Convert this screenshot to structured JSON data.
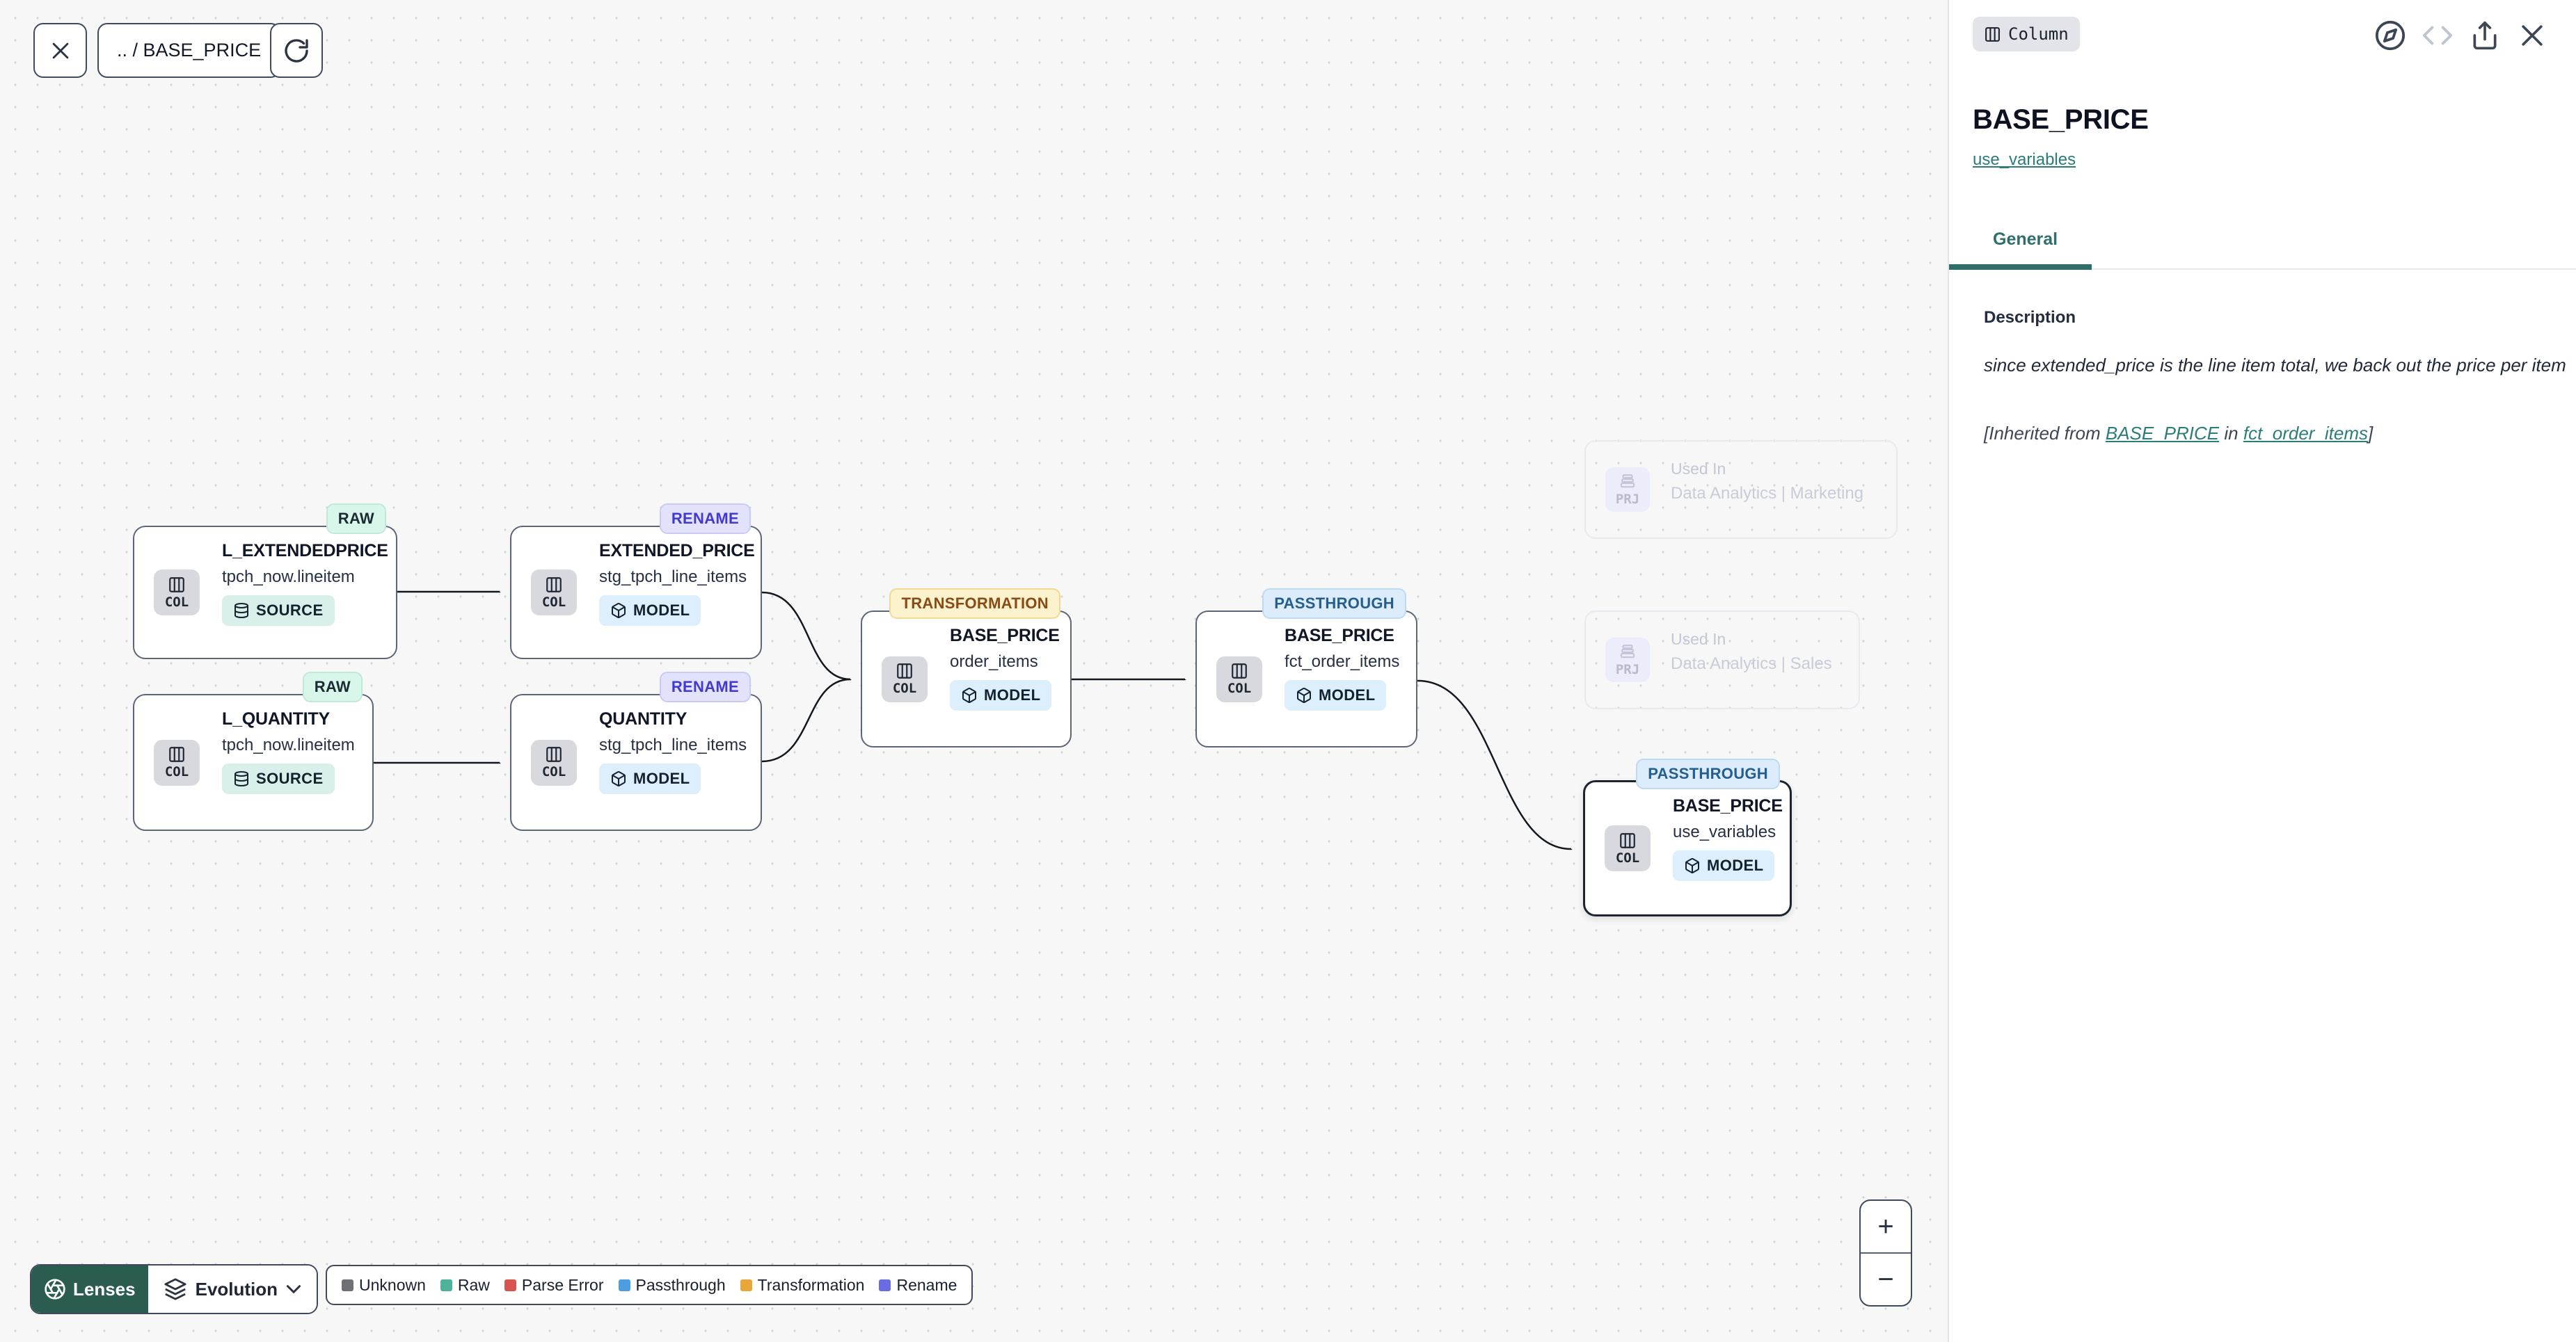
{
  "toolbar": {
    "breadcrumb": ".. / BASE_PRICE"
  },
  "lens_bar": {
    "lenses": "Lenses",
    "mode": "Evolution"
  },
  "legend": {
    "items": [
      {
        "label": "Unknown",
        "color": "#6f6f76"
      },
      {
        "label": "Raw",
        "color": "#4cb39a"
      },
      {
        "label": "Parse Error",
        "color": "#d9534f"
      },
      {
        "label": "Passthrough",
        "color": "#4b9fe1"
      },
      {
        "label": "Transformation",
        "color": "#e9a63a"
      },
      {
        "label": "Rename",
        "color": "#6b6be4"
      }
    ]
  },
  "zoom_controls": {
    "zoom_in": "+",
    "zoom_out": "−"
  },
  "canvas": {
    "nodes": [
      {
        "tag": "RAW",
        "title": "L_EXTENDEDPRICE",
        "subtitle": "tpch_now.lineitem",
        "badge": "SOURCE",
        "chip": "COL"
      },
      {
        "tag": "RAW",
        "title": "L_QUANTITY",
        "subtitle": "tpch_now.lineitem",
        "badge": "SOURCE",
        "chip": "COL"
      },
      {
        "tag": "RENAME",
        "title": "EXTENDED_PRICE",
        "subtitle": "stg_tpch_line_items",
        "badge": "MODEL",
        "chip": "COL"
      },
      {
        "tag": "RENAME",
        "title": "QUANTITY",
        "subtitle": "stg_tpch_line_items",
        "badge": "MODEL",
        "chip": "COL"
      },
      {
        "tag": "TRANSFORMATION",
        "title": "BASE_PRICE",
        "subtitle": "order_items",
        "badge": "MODEL",
        "chip": "COL"
      },
      {
        "tag": "PASSTHROUGH",
        "title": "BASE_PRICE",
        "subtitle": "fct_order_items",
        "badge": "MODEL",
        "chip": "COL"
      },
      {
        "tag": "PASSTHROUGH",
        "title": "BASE_PRICE",
        "subtitle": "use_variables",
        "badge": "MODEL",
        "chip": "COL"
      }
    ],
    "used_in": [
      {
        "chip": "PRJ",
        "label": "Used In",
        "name": "Data Analytics | Marketing"
      },
      {
        "chip": "PRJ",
        "label": "Used In",
        "name": "Data Analytics | Sales"
      }
    ]
  },
  "panel": {
    "type_badge": "Column",
    "title": "BASE_PRICE",
    "subtitle_link": "use_variables",
    "tab_general": "General",
    "description_label": "Description",
    "description": "since extended_price is the line item total, we back out the price per item",
    "inherited_prefix": "[Inherited from ",
    "inherited_link_column": "BASE_PRICE",
    "inherited_mid": " in ",
    "inherited_link_model": "fct_order_items",
    "inherited_suffix": "]"
  }
}
